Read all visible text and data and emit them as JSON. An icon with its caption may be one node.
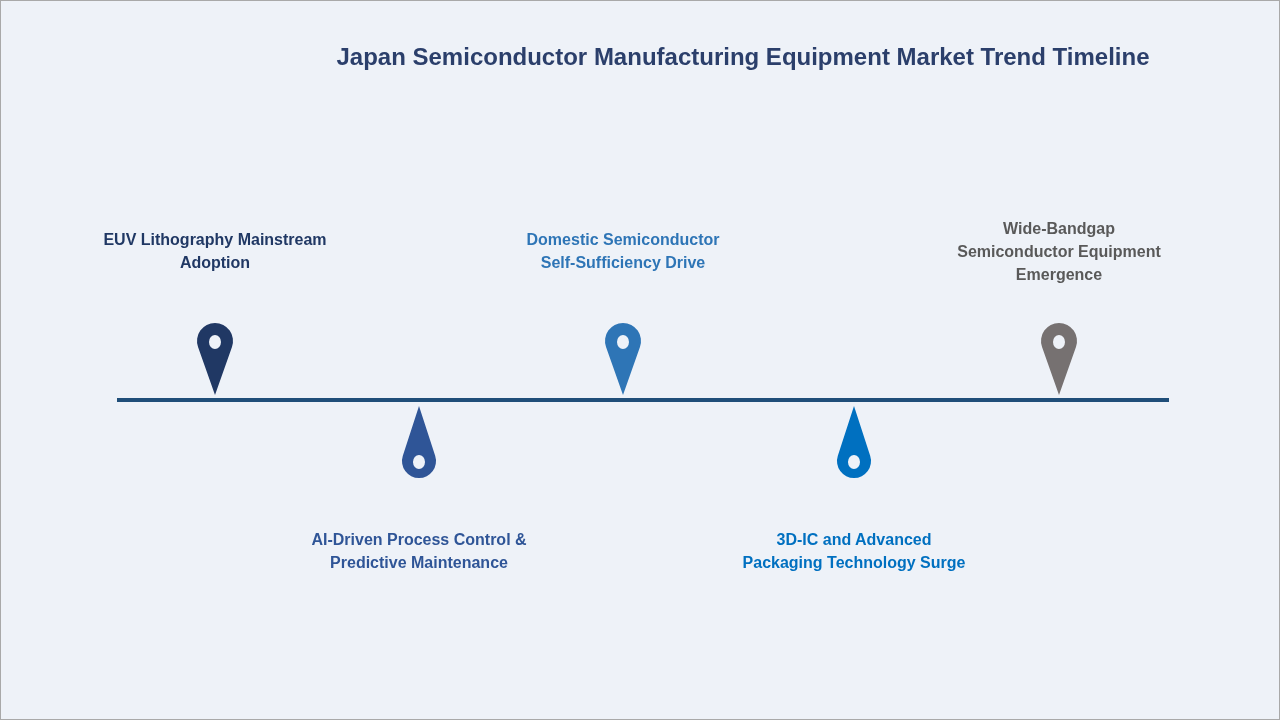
{
  "diagram": {
    "title": "Japan Semiconductor Manufacturing Equipment Market Trend Timeline",
    "labels": [
      "EUV Lithography Mainstream Adoption",
      "AI-Driven Process Control & Predictive Maintenance",
      "Domestic Semiconductor Self-Sufficiency Drive",
      "3D-IC and Advanced Packaging Technology Surge",
      "Wide-Bandgap Semiconductor Equipment Emergence"
    ]
  }
}
